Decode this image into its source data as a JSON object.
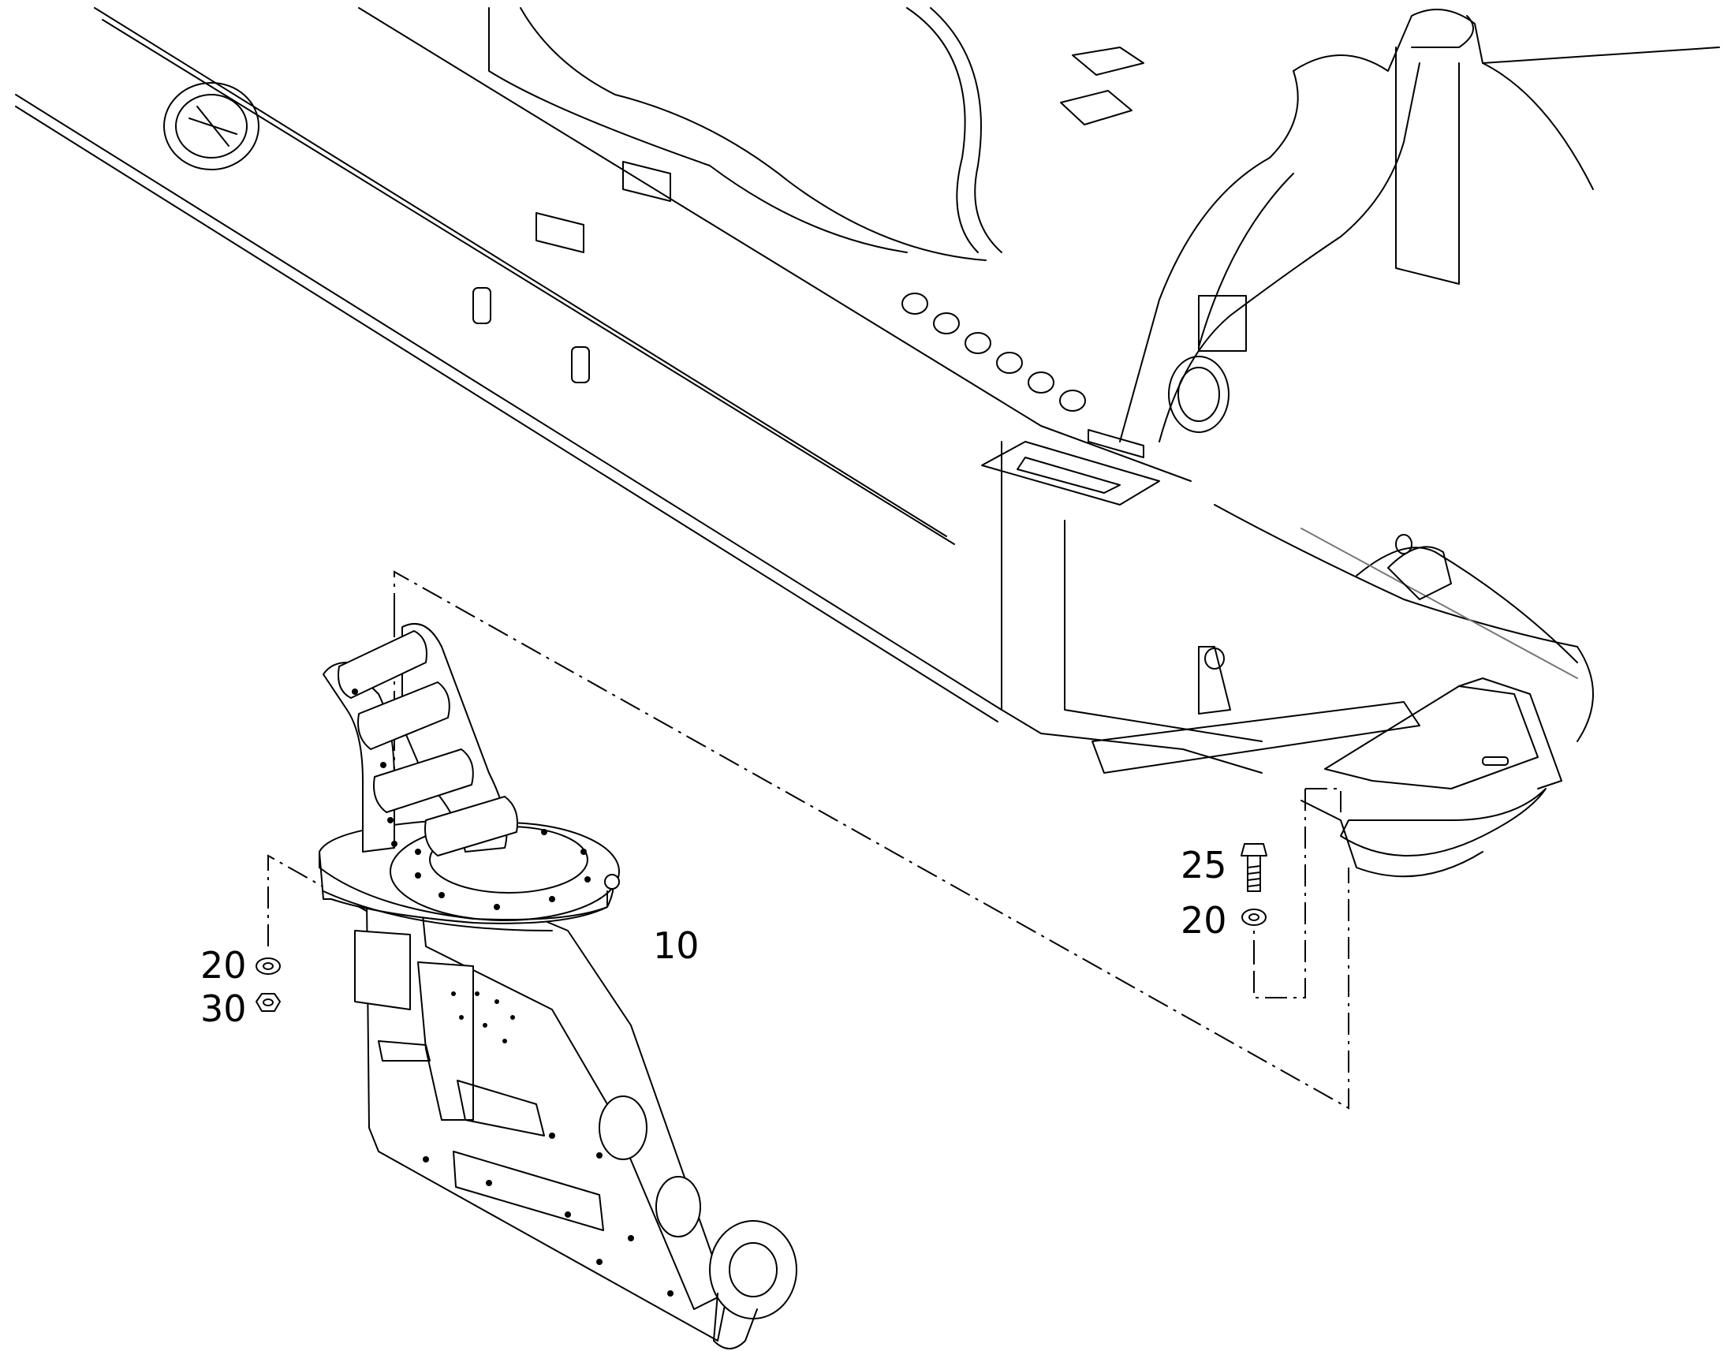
{
  "callouts": {
    "c10": "10",
    "c20_left": "20",
    "c30": "30",
    "c25": "25",
    "c20_right": "20"
  },
  "colors": {
    "line": "#000000",
    "ghost": "#777777",
    "background": "#ffffff"
  }
}
